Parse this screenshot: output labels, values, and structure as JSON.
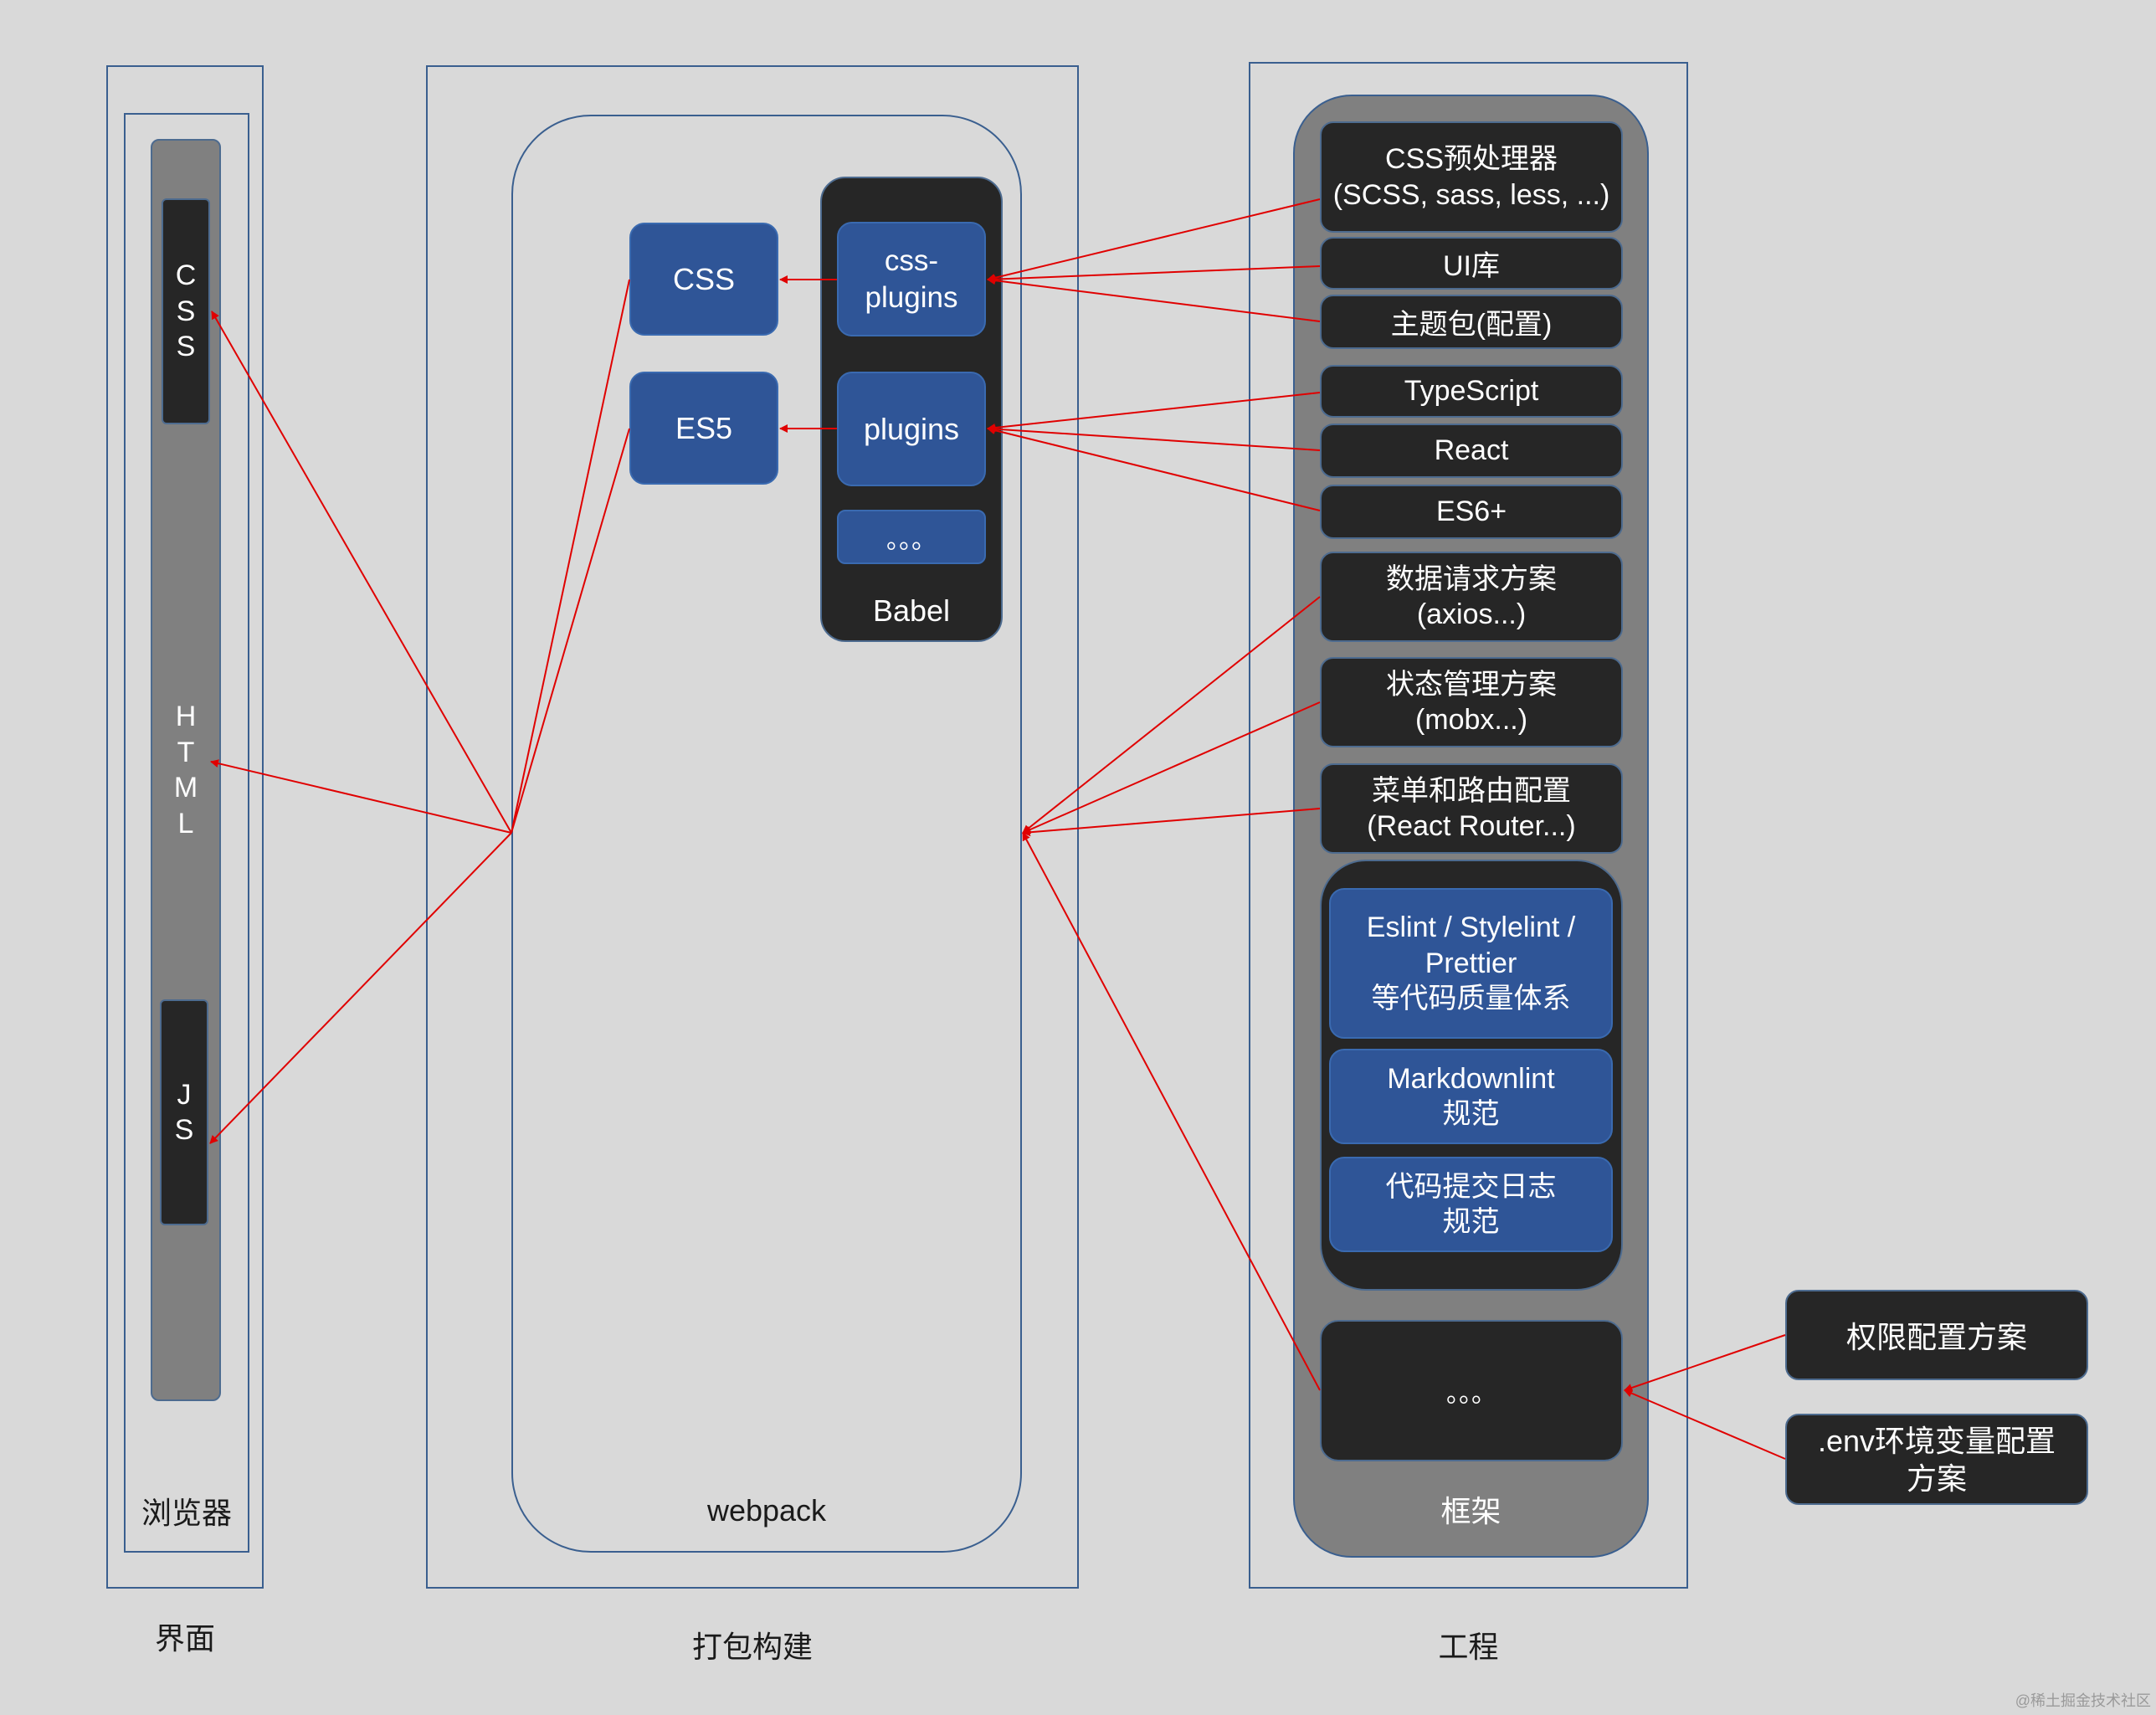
{
  "columns": {
    "interface": "界面",
    "build": "打包构建",
    "engineering": "工程"
  },
  "browser": {
    "label": "浏览器",
    "css": "C\nS\nS",
    "html": "H\nT\nM\nL",
    "js": "J\nS"
  },
  "webpack": {
    "label": "webpack",
    "css": "CSS",
    "es5": "ES5",
    "babel": {
      "label": "Babel",
      "css_plugins": "css-\nplugins",
      "plugins": "plugins",
      "more": "。。。"
    }
  },
  "framework": {
    "label": "框架",
    "items": {
      "css_preprocessor": "CSS预处理器\n(SCSS, sass, less, ...)",
      "ui_lib": "UI库",
      "theme": "主题包(配置)",
      "typescript": "TypeScript",
      "react": "React",
      "es6": "ES6+",
      "data_request": "数据请求方案\n(axios...)",
      "state": "状态管理方案\n(mobx...)",
      "router": "菜单和路由配置\n(React Router...)"
    },
    "quality": {
      "lint": "Eslint / Stylelint /\nPrettier\n等代码质量体系",
      "markdown": "Markdownlint\n规范",
      "commit": "代码提交日志\n规范"
    },
    "more": "。。。"
  },
  "external": {
    "permission": "权限配置方案",
    "env": ".env环境变量配置\n方案"
  },
  "watermark": "@稀土掘金技术社区",
  "colors": {
    "background": "#d9d9d9",
    "frame": "#3a5f8f",
    "dark_box": "#262626",
    "blue_box": "#2f5597",
    "arrow": "#e00000",
    "gray_panel": "#808080"
  }
}
